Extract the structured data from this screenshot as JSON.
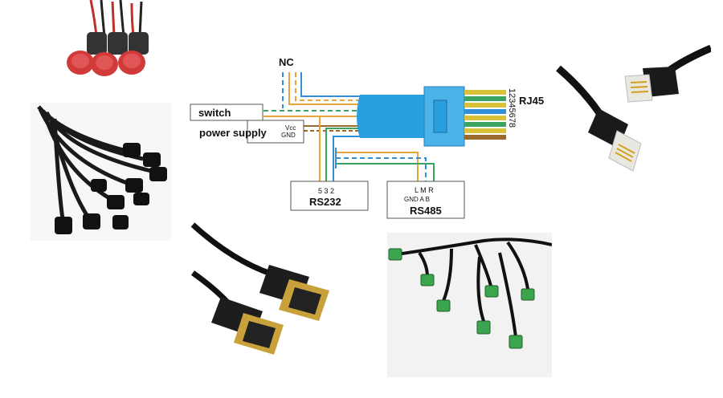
{
  "diagram": {
    "nc": "NC",
    "switch": "switch",
    "power_supply": "power supply",
    "vcc": "Vcc",
    "gnd": "GND",
    "rs232_pins": "5 3 2",
    "rs232": "RS232",
    "rs485_pins": "L M R",
    "rs485_sub": "GND A B",
    "rs485": "RS485",
    "pin_numbers": "12345678",
    "rj45": "RJ45"
  },
  "colors": {
    "orange": "#e8a33a",
    "blue": "#2f8fd8",
    "green": "#3aa561",
    "brown": "#9a6a2c",
    "cable": "#2a9fe0",
    "plug": "#4cb3ea",
    "contacts": "#d8c23a"
  },
  "photos": [
    {
      "name": "red-push-buttons-photo"
    },
    {
      "name": "dc-power-splitter-photo"
    },
    {
      "name": "rj45-connector-photo"
    },
    {
      "name": "db9-serial-cables-photo"
    },
    {
      "name": "terminal-block-harness-photo"
    }
  ]
}
